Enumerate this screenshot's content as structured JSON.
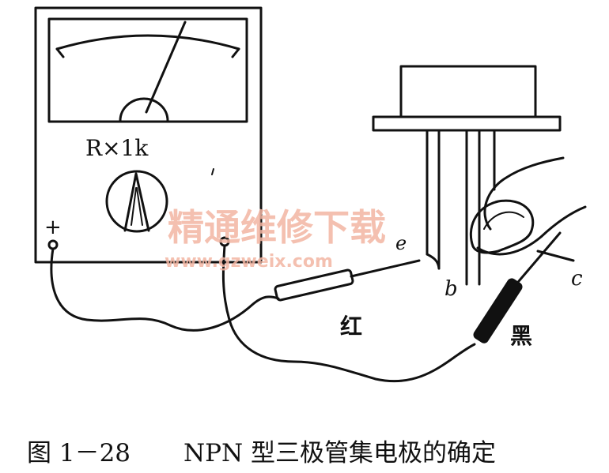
{
  "meter": {
    "range_label": "R×1k",
    "plus_label": "+"
  },
  "terminals": {
    "e": "e",
    "b": "b",
    "c": "c"
  },
  "probes": {
    "red": "红",
    "black": "黑"
  },
  "watermark": {
    "title": "精通维修下载",
    "url": "www.gzweix.com"
  },
  "caption": {
    "number": "图 1－28",
    "text": "NPN 型三极管集电极的确定"
  }
}
